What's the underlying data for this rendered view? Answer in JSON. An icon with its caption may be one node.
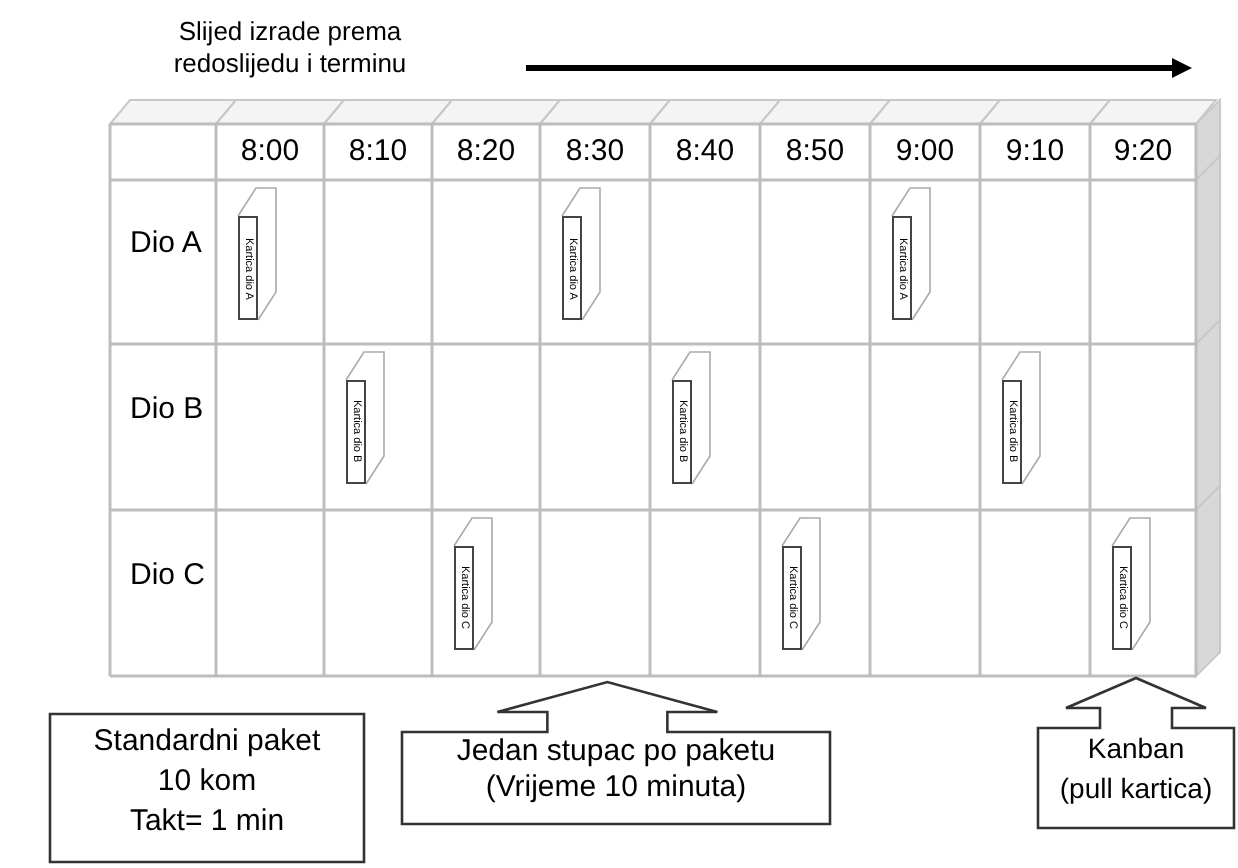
{
  "diagram": {
    "nodes": [
      {
        "text": [
          "Standardni paket",
          "10 kom",
          "Takt= 1 min"
        ]
      },
      {
        "text": [
          "Jedan stupac po paketu (Vrijeme 10 minuta)"
        ]
      },
      {
        "text": [
          "Kanban",
          "(pull kartica)"
        ]
      }
    ],
    "labels": [
      "Slijed izrade prema redoslijedu i terminu",
      "8:00",
      "8:10",
      "8:20",
      "8:30",
      "8:40",
      "8:50",
      "9:00",
      "9:10",
      "9:20",
      "Dio A",
      "Kartica dio A",
      "Kartica dio A",
      "Kartica dio A",
      "Dio B",
      "Kartica dio B",
      "Kartica dio B",
      "Kartica dio B",
      "Dio C",
      "Kartica dio C",
      "Kartica dio C",
      "Kartica dio C"
    ]
  }
}
